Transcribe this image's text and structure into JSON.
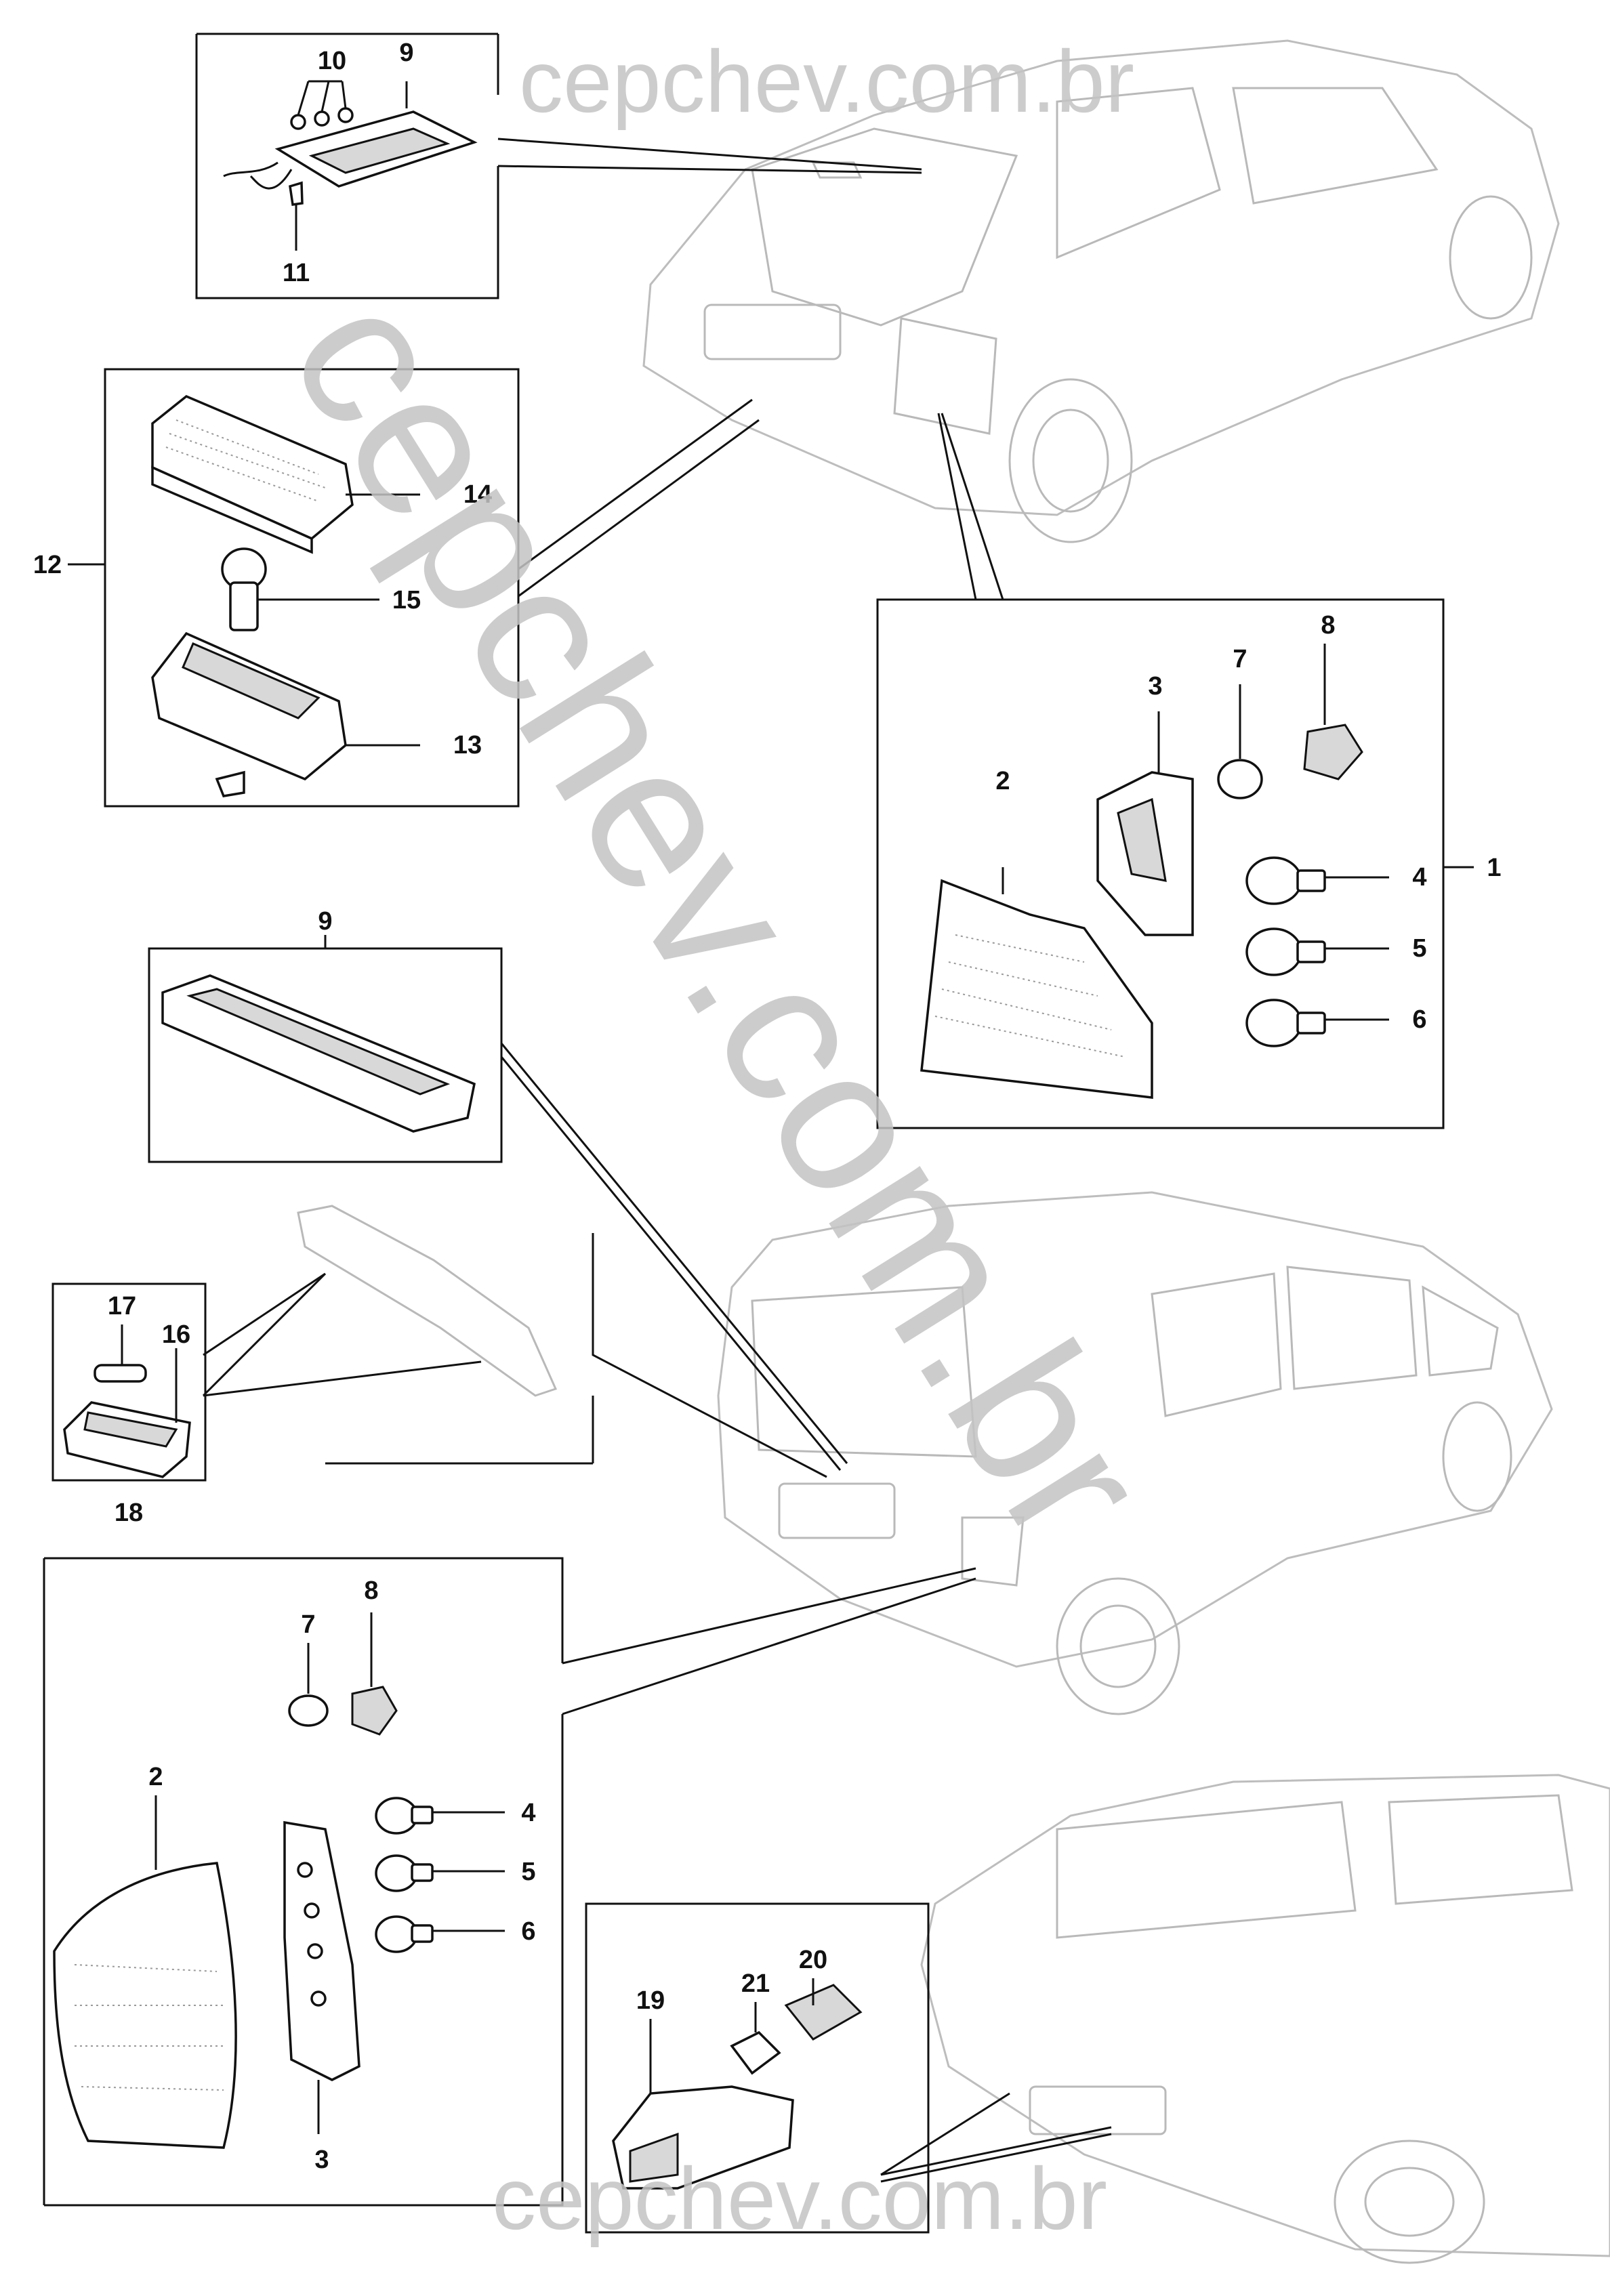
{
  "watermark": {
    "top": "cepchev.com.br",
    "diagonal": "cepchev.com.br",
    "bottom": "cepchev.com.br"
  },
  "labels": {
    "p1": "1",
    "p2a": "2",
    "p3a": "3",
    "p4a": "4",
    "p5a": "5",
    "p6a": "6",
    "p7a": "7",
    "p8a": "8",
    "p9a": "9",
    "p9b": "9",
    "p10": "10",
    "p11": "11",
    "p12": "12",
    "p13": "13",
    "p14": "14",
    "p15": "15",
    "p16": "16",
    "p17": "17",
    "p18": "18",
    "p19": "19",
    "p20": "20",
    "p21": "21",
    "p2b": "2",
    "p3b": "3",
    "p4b": "4",
    "p5b": "5",
    "p6b": "6",
    "p7b": "7",
    "p8b": "8"
  }
}
